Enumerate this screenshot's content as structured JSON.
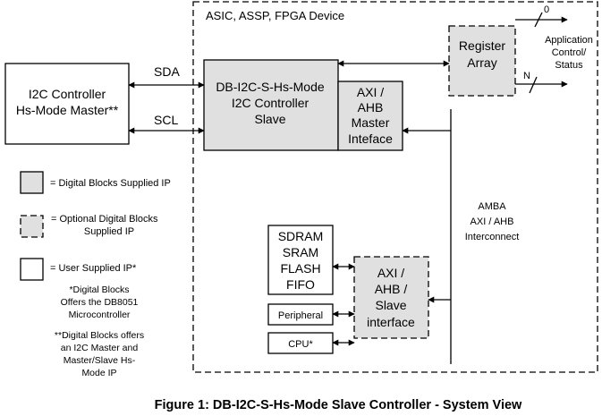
{
  "device_label": "ASIC, ASSP, FPGA Device",
  "master": {
    "line1": "I2C Controller",
    "line2": "Hs-Mode Master**"
  },
  "signals": {
    "sda": "SDA",
    "scl": "SCL"
  },
  "slave": {
    "line1": "DB-I2C-S-Hs-Mode",
    "line2": "I2C Controller",
    "line3": "Slave"
  },
  "axi_master": {
    "line1": "AXI /",
    "line2": "AHB",
    "line3": "Master",
    "line4": "Inteface"
  },
  "register_array": {
    "line1": "Register",
    "line2": "Array"
  },
  "app_control": {
    "line1": "Application",
    "line2": "Control/",
    "line3": "Status",
    "bit_top": "0",
    "bit_bottom": "N"
  },
  "amba": {
    "line1": "AMBA",
    "line2": "AXI / AHB",
    "line3": "Interconnect"
  },
  "memory": {
    "line1": "SDRAM",
    "line2": "SRAM",
    "line3": "FLASH",
    "line4": "FIFO"
  },
  "peripheral": "Peripheral",
  "cpu": "CPU*",
  "axi_slave": {
    "line1": "AXI /",
    "line2": "AHB /",
    "line3": "Slave",
    "line4": "interface"
  },
  "legend": {
    "digital": "= Digital Blocks Supplied IP",
    "optional_line1": "= Optional Digital Blocks",
    "optional_line2": "Supplied IP",
    "user": "= User Supplied IP*"
  },
  "notes": {
    "note1_line1": "*Digital Blocks",
    "note1_line2": "Offers the DB8051",
    "note1_line3": "Microcontroller",
    "note2_line1": "**Digital Blocks offers",
    "note2_line2": "an I2C Master and",
    "note2_line3": "Master/Slave Hs-",
    "note2_line4": "Mode IP"
  },
  "caption": "Figure 1: DB-I2C-S-Hs-Mode Slave Controller - System View"
}
